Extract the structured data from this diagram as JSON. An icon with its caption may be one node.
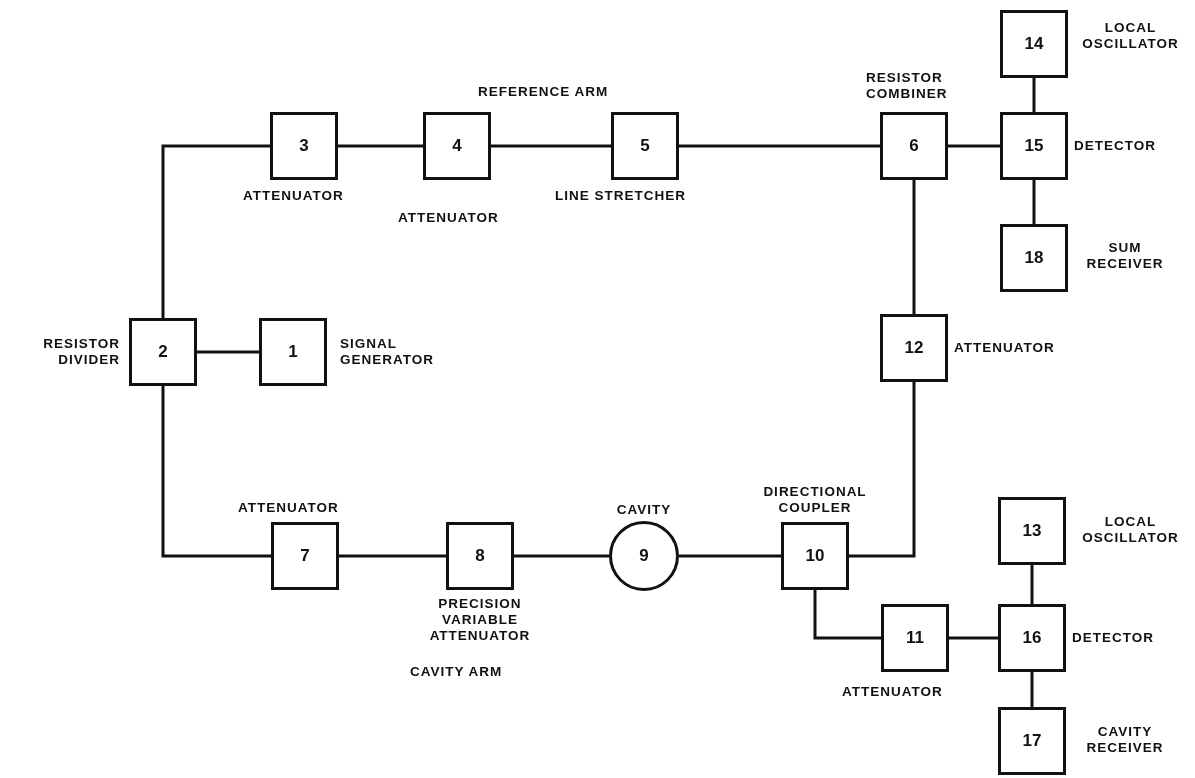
{
  "diagram": {
    "nodes": [
      {
        "text": [
          "1"
        ],
        "beside": [
          "SIGNAL GENERATOR"
        ]
      },
      {
        "text": [
          "2"
        ],
        "beside": [
          "RESISTOR DIVIDER"
        ]
      },
      {
        "text": [
          "3"
        ],
        "beside": [
          "ATTENUATOR"
        ]
      },
      {
        "text": [
          "4"
        ],
        "beside": [
          "ATTENUATOR"
        ]
      },
      {
        "text": [
          "5"
        ],
        "beside": [
          "LINE STRETCHER"
        ]
      },
      {
        "text": [
          "6"
        ],
        "beside": [
          "RESISTOR COMBINER"
        ]
      },
      {
        "text": [
          "7"
        ],
        "beside": [
          "ATTENUATOR"
        ]
      },
      {
        "text": [
          "8"
        ],
        "beside": [
          "PRECISION VARIABLE ATTENUATOR"
        ]
      },
      {
        "text": [
          "9"
        ],
        "beside": [
          "CAVITY"
        ]
      },
      {
        "text": [
          "10"
        ],
        "beside": [
          "DIRECTIONAL COUPLER"
        ]
      },
      {
        "text": [
          "11"
        ],
        "beside": [
          "ATTENUATOR"
        ]
      },
      {
        "text": [
          "12"
        ],
        "beside": [
          "ATTENUATOR"
        ]
      },
      {
        "text": [
          "13"
        ],
        "beside": [
          "LOCAL OSCILLATOR"
        ]
      },
      {
        "text": [
          "14"
        ],
        "beside": [
          "LOCAL OSCILLATOR"
        ]
      },
      {
        "text": [
          "15"
        ],
        "beside": [
          "DETECTOR"
        ]
      },
      {
        "text": [
          "16"
        ],
        "beside": [
          "DETECTOR"
        ]
      },
      {
        "text": [
          "17"
        ],
        "beside": [
          "CAVITY RECEIVER"
        ]
      },
      {
        "text": [
          "18"
        ],
        "beside": [
          "SUM RECEIVER"
        ]
      }
    ],
    "edges": [
      {
        "from": 0,
        "to": 1,
        "arrow": "none"
      },
      {
        "from": 1,
        "to": 2,
        "arrow": "none"
      },
      {
        "from": 2,
        "to": 3,
        "arrow": "none"
      },
      {
        "from": 3,
        "to": 4,
        "arrow": "none"
      },
      {
        "from": 4,
        "to": 5,
        "arrow": "none"
      },
      {
        "from": 5,
        "to": 14,
        "arrow": "none"
      },
      {
        "from": 13,
        "to": 14,
        "arrow": "none"
      },
      {
        "from": 14,
        "to": 17,
        "arrow": "none"
      },
      {
        "from": 5,
        "to": 11,
        "arrow": "none"
      },
      {
        "from": 11,
        "to": 9,
        "arrow": "none"
      },
      {
        "from": 1,
        "to": 6,
        "arrow": "none"
      },
      {
        "from": 6,
        "to": 7,
        "arrow": "none"
      },
      {
        "from": 7,
        "to": 8,
        "arrow": "none"
      },
      {
        "from": 8,
        "to": 9,
        "arrow": "none"
      },
      {
        "from": 9,
        "to": 10,
        "arrow": "none"
      },
      {
        "from": 10,
        "to": 15,
        "arrow": "none"
      },
      {
        "from": 12,
        "to": 15,
        "arrow": "none"
      },
      {
        "from": 15,
        "to": 16,
        "arrow": "none"
      }
    ],
    "labels": [
      "REFERENCE ARM",
      "CAVITY ARM"
    ]
  }
}
